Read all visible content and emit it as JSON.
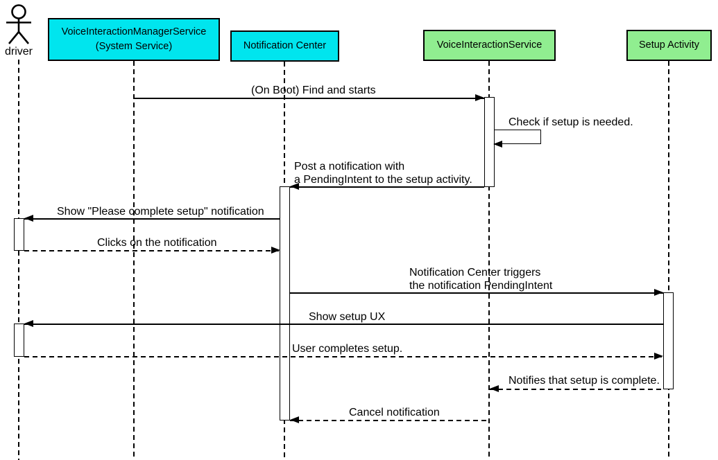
{
  "diagram_type": "uml-sequence-diagram",
  "colors": {
    "system_service_fill": "#00e5ee",
    "activity_fill": "#90ee90",
    "line": "#000000",
    "background": "#ffffff"
  },
  "actor": {
    "label": "driver"
  },
  "participants": [
    {
      "label": "VoiceInteractionManagerService",
      "sublabel": "(System Service)",
      "fill": "#00e5ee"
    },
    {
      "label": "Notification Center",
      "fill": "#00e5ee"
    },
    {
      "label": "VoiceInteractionService",
      "fill": "#90ee90"
    },
    {
      "label": "Setup Activity",
      "fill": "#90ee90"
    }
  ],
  "messages": [
    {
      "label": "(On Boot) Find and starts",
      "from": "VoiceInteractionManagerService (System Service)",
      "to": "VoiceInteractionService",
      "line": "solid"
    },
    {
      "label": "Check if setup is needed.",
      "from": "VoiceInteractionService",
      "to": "VoiceInteractionService",
      "line": "solid-self"
    },
    {
      "label": "Post a notification with",
      "label_line2": "a PendingIntent to the setup activity.",
      "from": "VoiceInteractionService",
      "to": "Notification Center",
      "line": "solid"
    },
    {
      "label": "Show \"Please complete setup\" notification",
      "from": "Notification Center",
      "to": "driver",
      "line": "solid"
    },
    {
      "label": "Clicks on the notification",
      "from": "driver",
      "to": "Notification Center",
      "line": "dashed"
    },
    {
      "label": "Notification Center triggers",
      "label_line2": "the notification PendingIntent",
      "from": "Notification Center",
      "to": "Setup Activity",
      "line": "solid"
    },
    {
      "label": "Show setup UX",
      "from": "Setup Activity",
      "to": "driver",
      "line": "solid"
    },
    {
      "label": "User completes setup.",
      "from": "driver",
      "to": "Setup Activity",
      "line": "dashed"
    },
    {
      "label": "Notifies that setup is complete.",
      "from": "Setup Activity",
      "to": "VoiceInteractionService",
      "line": "dashed"
    },
    {
      "label": "Cancel notification",
      "from": "VoiceInteractionService",
      "to": "Notification Center",
      "line": "dashed"
    }
  ]
}
